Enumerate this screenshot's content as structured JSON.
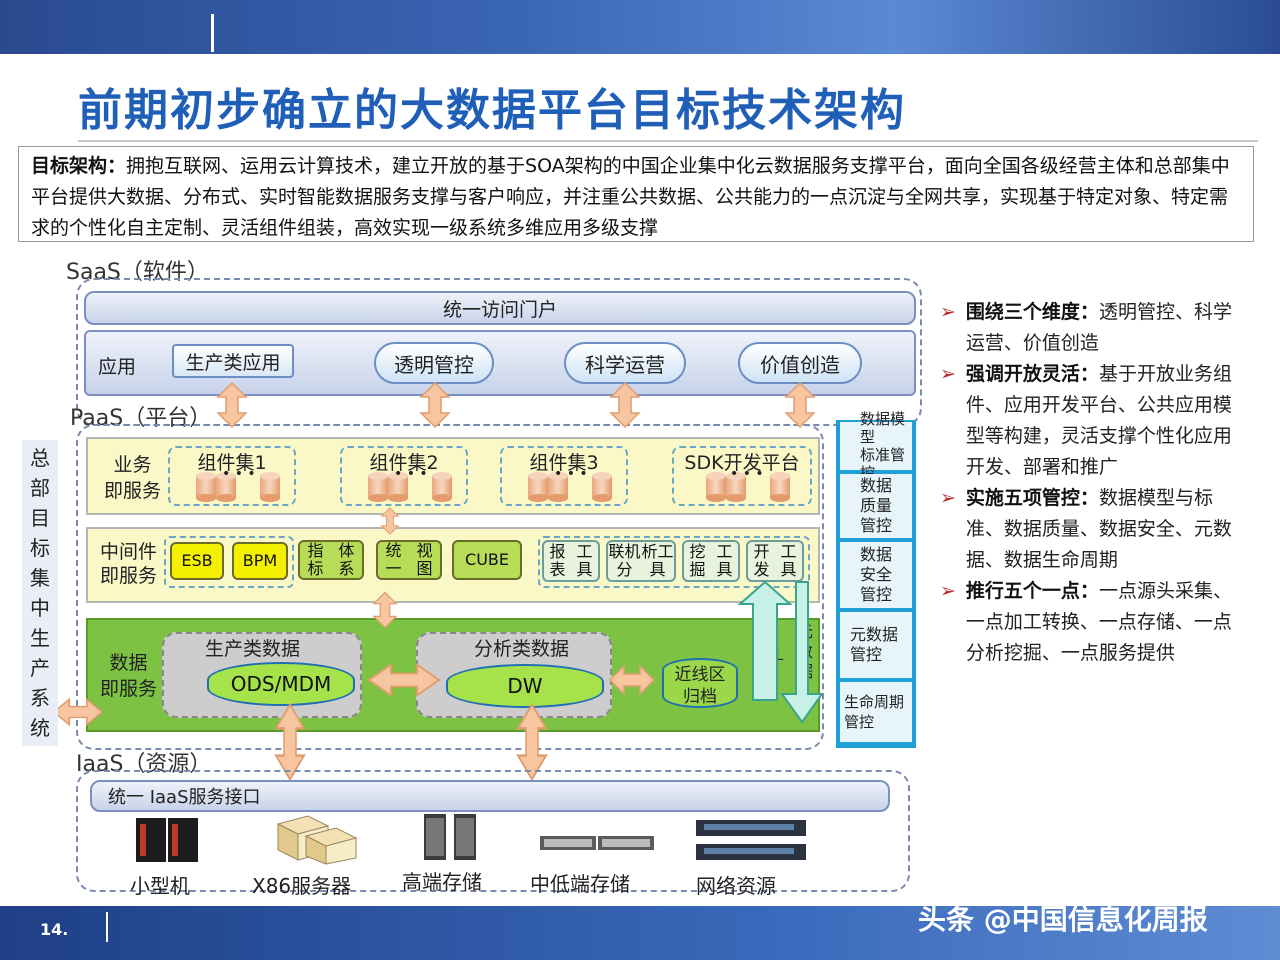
{
  "title": "前期初步确立的大数据平台目标技术架构",
  "description": {
    "label": "目标架构：",
    "text": "拥抱互联网、运用云计算技术，建立开放的基于SOA架构的中国企业集中化云数据服务支撑平台，面向全国各级经营主体和总部集中平台提供大数据、分布式、实时智能数据服务支撑与客户响应，并注重公共数据、公共能力的一点沉淀与全网共享，实现基于特定对象、特定需求的个性化自主定制、灵活组件组装，高效实现一级系统多维应用多级支撑"
  },
  "saas": {
    "label": "SaaS（软件）",
    "portal": "统一访问门户",
    "app_label": "应用",
    "apps": [
      "生产类应用",
      "透明管控",
      "科学运营",
      "价值创造"
    ]
  },
  "paas": {
    "label": "PaaS（平台）",
    "business": {
      "label_1": "业务",
      "label_2": "即服务",
      "groups": [
        "组件集1",
        "组件集2",
        "组件集3",
        "SDK开发平台"
      ],
      "dots": "• • •"
    },
    "middleware": {
      "label_1": "中间件",
      "label_2": "即服务",
      "yellow": [
        "ESB",
        "BPM"
      ],
      "green": [
        [
          "指标",
          "体系"
        ],
        [
          "统一",
          "视图"
        ],
        [
          "CUBE",
          ""
        ]
      ],
      "tools": [
        [
          "报表",
          "工具"
        ],
        [
          "联机分",
          "析工具"
        ],
        [
          "挖掘",
          "工具"
        ],
        [
          "开发",
          "工具"
        ]
      ]
    },
    "data": {
      "label_1": "数据",
      "label_2": "即服务",
      "prod_title": "生产类数据",
      "prod_store": "ODS/MDM",
      "anal_title": "分析类数据",
      "anal_store": "DW",
      "archive_1": "近线区",
      "archive_2": "归档",
      "etl": "ETL",
      "meta": [
        "元",
        "数",
        "据"
      ]
    }
  },
  "governance": [
    [
      "数据模型",
      "标准管控"
    ],
    [
      "数据",
      "质量",
      "管控"
    ],
    [
      "数据",
      "安全",
      "管控"
    ],
    [
      "元数据",
      "管控"
    ],
    [
      "生命周期",
      "管控"
    ]
  ],
  "hq_label": [
    "总",
    "部",
    "目",
    "标",
    "集",
    "中",
    "生",
    "产",
    "系",
    "统"
  ],
  "iaas": {
    "label": "IaaS（资源）",
    "interface": "统一 IaaS服务接口",
    "resources": [
      "小型机",
      "X86服务器",
      "高端存储",
      "中低端存储",
      "网络资源"
    ]
  },
  "bullets": [
    {
      "head": "围绕三个维度：",
      "text": "透明管控、科学运营、价值创造"
    },
    {
      "head": "强调开放灵活：",
      "text": "基于开放业务组件、应用开发平台、公共应用模型等构建，灵活支撑个性化应用开发、部署和推广"
    },
    {
      "head": "实施五项管控：",
      "text": "数据模型与标准、数据质量、数据安全、元数据、数据生命周期"
    },
    {
      "head": "推行五个一点：",
      "text": "一点源头采集、一点加工转换、一点存储、一点分析挖掘、一点服务提供"
    }
  ],
  "footer": {
    "page": "14.",
    "watermark": "头条 @中国信息化周报"
  },
  "colors": {
    "title": "#1f5fb8",
    "yellow_panel": "#fbf8c8",
    "green_panel": "#7dc242",
    "governance": "#1ea0d7",
    "arrow": "#f7c59f",
    "bullet_marker": "#c0282c"
  }
}
